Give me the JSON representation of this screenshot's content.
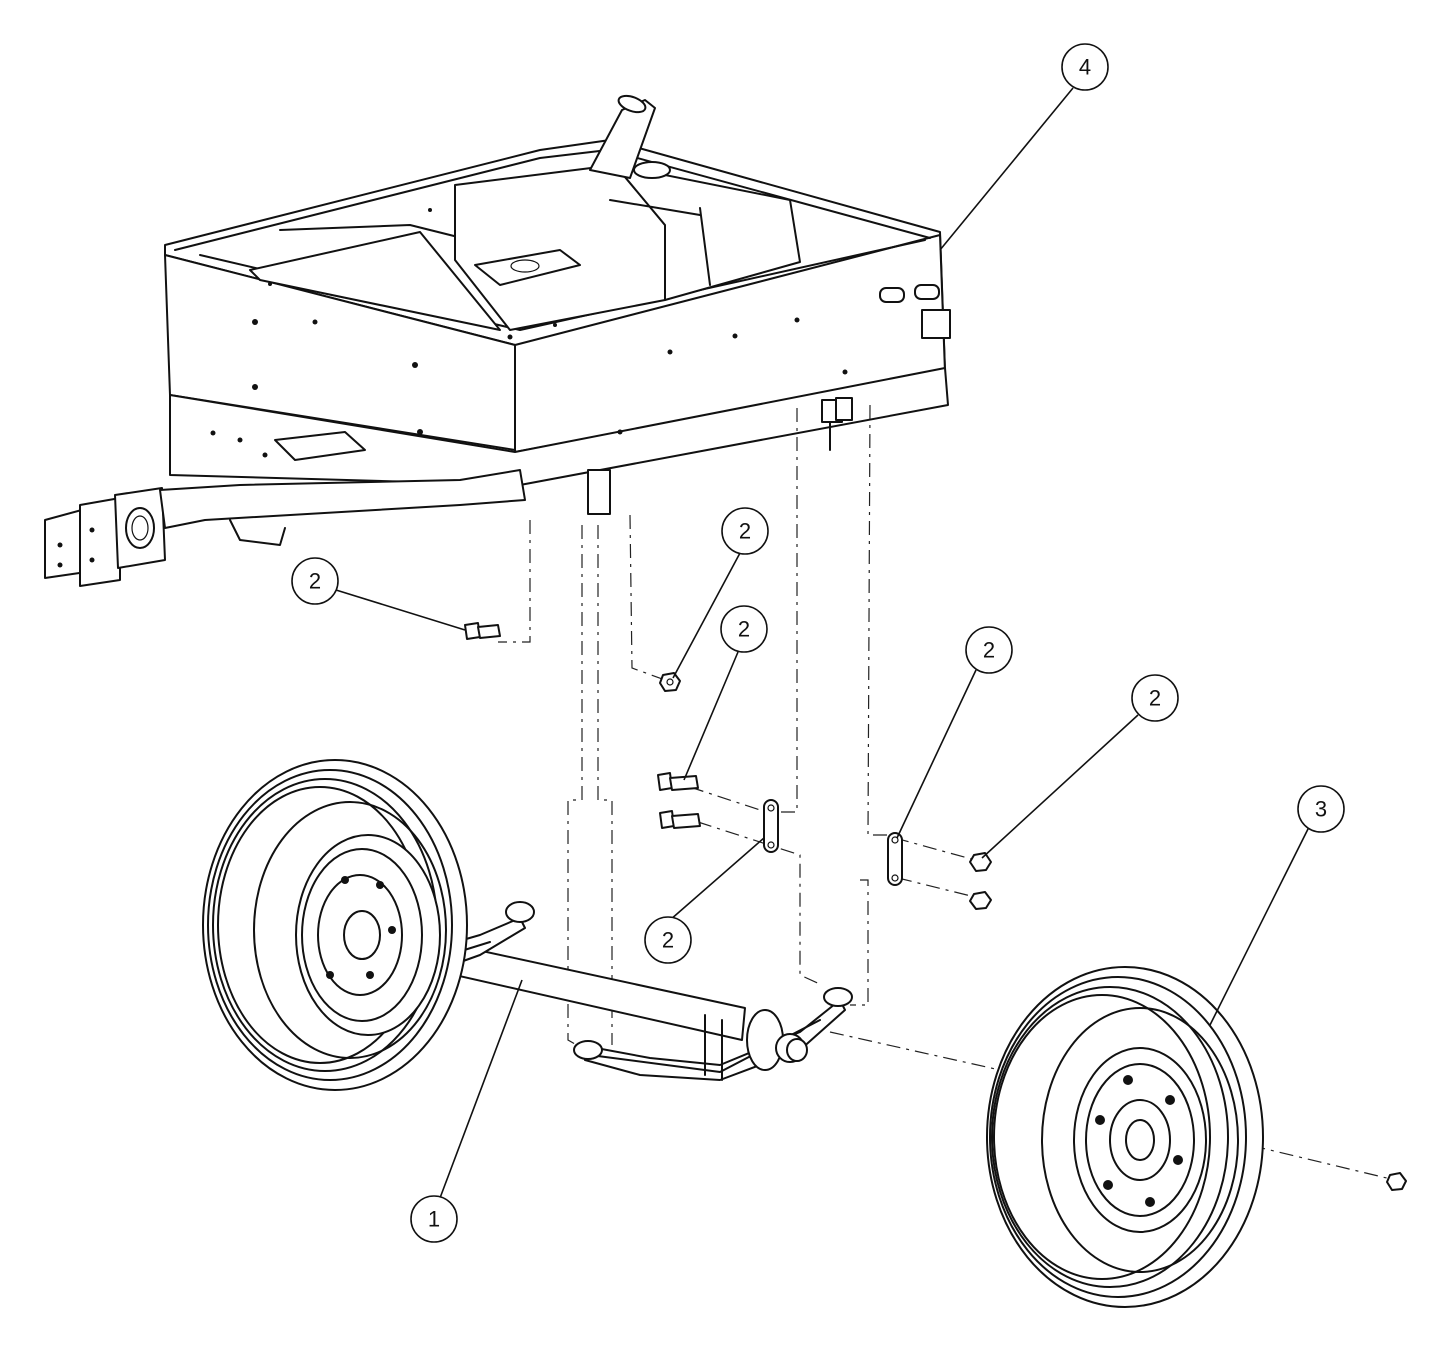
{
  "callouts": [
    {
      "id": "c1",
      "label": "1"
    },
    {
      "id": "c2a",
      "label": "2"
    },
    {
      "id": "c2b",
      "label": "2"
    },
    {
      "id": "c2c",
      "label": "2"
    },
    {
      "id": "c2d",
      "label": "2"
    },
    {
      "id": "c2e",
      "label": "2"
    },
    {
      "id": "c2f",
      "label": "2"
    },
    {
      "id": "c3",
      "label": "3"
    },
    {
      "id": "c4",
      "label": "4"
    }
  ],
  "colors": {
    "line": "#111111",
    "background": "#ffffff"
  }
}
